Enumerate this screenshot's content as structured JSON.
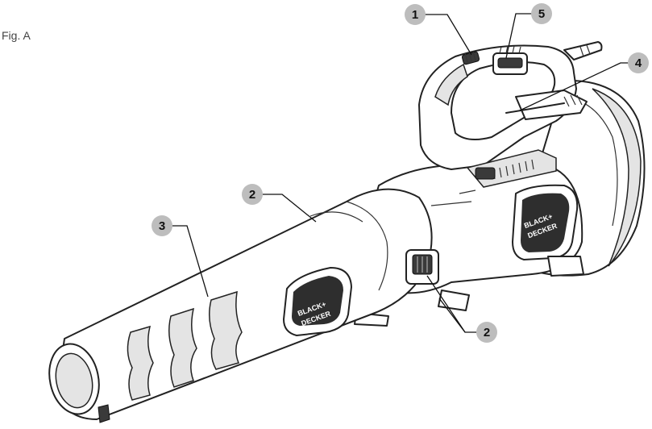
{
  "figure": {
    "label": "Fig. A"
  },
  "callouts": [
    {
      "id": "c1",
      "number": "1"
    },
    {
      "id": "c5",
      "number": "5"
    },
    {
      "id": "c4",
      "number": "4"
    },
    {
      "id": "c2a",
      "number": "2"
    },
    {
      "id": "c3",
      "number": "3"
    },
    {
      "id": "c2b",
      "number": "2"
    }
  ],
  "logo": {
    "line1": "BLACK+",
    "line2": "DECKER"
  },
  "colors": {
    "callout_fill": "#bdbdbd",
    "line": "#222222",
    "logo_bg": "#2e2e2e"
  }
}
